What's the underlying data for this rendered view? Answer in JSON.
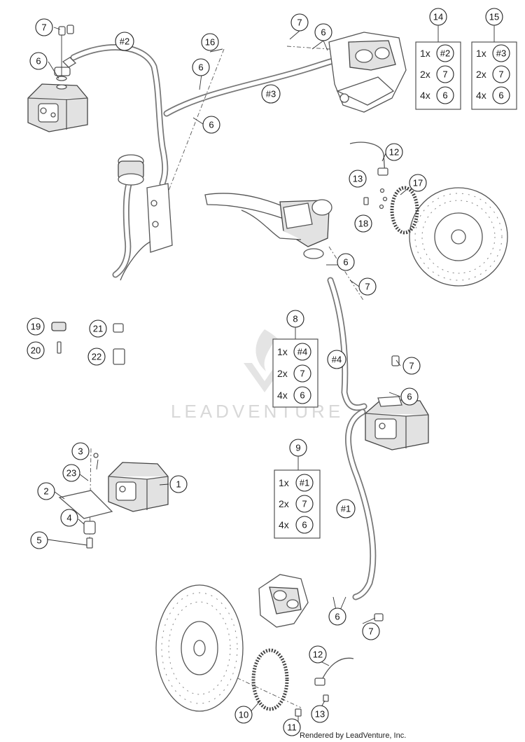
{
  "watermark": "LEADVENTURE",
  "footer": "Rendered by LeadVenture, Inc.",
  "hose_labels": [
    "#2",
    "#3",
    "#4",
    "#1"
  ],
  "callouts": [
    "7",
    "6",
    "16",
    "6",
    "6",
    "7",
    "6",
    "12",
    "13",
    "17",
    "18",
    "6",
    "7",
    "19",
    "20",
    "21",
    "22",
    "7",
    "6",
    "3",
    "23",
    "2",
    "1",
    "4",
    "5",
    "6",
    "7",
    "12",
    "10",
    "11",
    "13"
  ],
  "kits": [
    {
      "label": "14",
      "rows": [
        {
          "qty": "1x",
          "part": "#2"
        },
        {
          "qty": "2x",
          "part": "7"
        },
        {
          "qty": "4x",
          "part": "6"
        }
      ]
    },
    {
      "label": "15",
      "rows": [
        {
          "qty": "1x",
          "part": "#3"
        },
        {
          "qty": "2x",
          "part": "7"
        },
        {
          "qty": "4x",
          "part": "6"
        }
      ]
    },
    {
      "label": "8",
      "rows": [
        {
          "qty": "1x",
          "part": "#4"
        },
        {
          "qty": "2x",
          "part": "7"
        },
        {
          "qty": "4x",
          "part": "6"
        }
      ]
    },
    {
      "label": "9",
      "rows": [
        {
          "qty": "1x",
          "part": "#1"
        },
        {
          "qty": "2x",
          "part": "7"
        },
        {
          "qty": "4x",
          "part": "6"
        }
      ]
    }
  ]
}
